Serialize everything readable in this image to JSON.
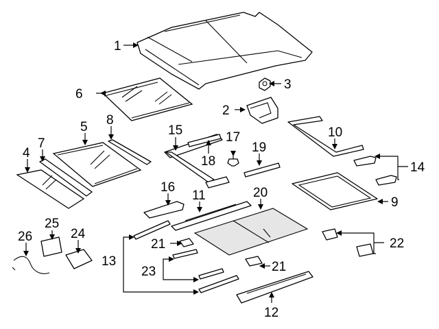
{
  "callouts": [
    {
      "id": "1",
      "text": "1"
    },
    {
      "id": "2",
      "text": "2"
    },
    {
      "id": "3",
      "text": "3"
    },
    {
      "id": "4",
      "text": "4"
    },
    {
      "id": "5",
      "text": "5"
    },
    {
      "id": "6",
      "text": "6"
    },
    {
      "id": "7",
      "text": "7"
    },
    {
      "id": "8",
      "text": "8"
    },
    {
      "id": "9",
      "text": "9"
    },
    {
      "id": "10",
      "text": "10"
    },
    {
      "id": "11",
      "text": "11"
    },
    {
      "id": "12",
      "text": "12"
    },
    {
      "id": "13",
      "text": "13"
    },
    {
      "id": "14",
      "text": "14"
    },
    {
      "id": "15",
      "text": "15"
    },
    {
      "id": "16",
      "text": "16"
    },
    {
      "id": "17",
      "text": "17"
    },
    {
      "id": "18",
      "text": "18"
    },
    {
      "id": "19",
      "text": "19"
    },
    {
      "id": "20",
      "text": "20"
    },
    {
      "id": "21a",
      "text": "21"
    },
    {
      "id": "21b",
      "text": "21"
    },
    {
      "id": "22",
      "text": "22"
    },
    {
      "id": "23",
      "text": "23"
    },
    {
      "id": "24",
      "text": "24"
    },
    {
      "id": "25",
      "text": "25"
    },
    {
      "id": "26",
      "text": "26"
    }
  ]
}
